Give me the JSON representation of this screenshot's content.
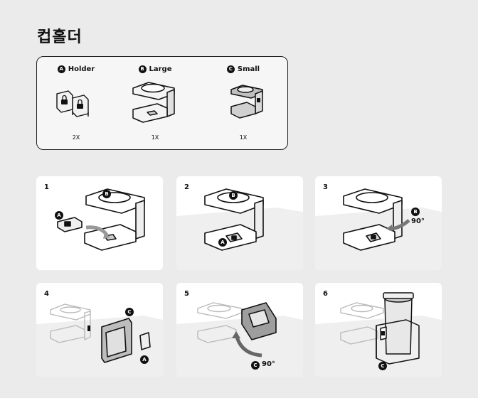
{
  "title": "컵홀더",
  "parts": [
    {
      "badge": "A",
      "name": "Holder",
      "qty": "2X"
    },
    {
      "badge": "B",
      "name": "Large",
      "qty": "1X"
    },
    {
      "badge": "C",
      "name": "Small",
      "qty": "1X"
    }
  ],
  "steps": [
    {
      "number": "1",
      "callouts": [
        "A",
        "B"
      ]
    },
    {
      "number": "2",
      "callouts": [
        "A",
        "B"
      ]
    },
    {
      "number": "3",
      "callouts": [
        "B"
      ],
      "rotation": "90°"
    },
    {
      "number": "4",
      "callouts": [
        "C",
        "A"
      ]
    },
    {
      "number": "5",
      "callouts": [
        "C"
      ],
      "rotation": "90°"
    },
    {
      "number": "6",
      "callouts": [
        "C"
      ]
    }
  ]
}
